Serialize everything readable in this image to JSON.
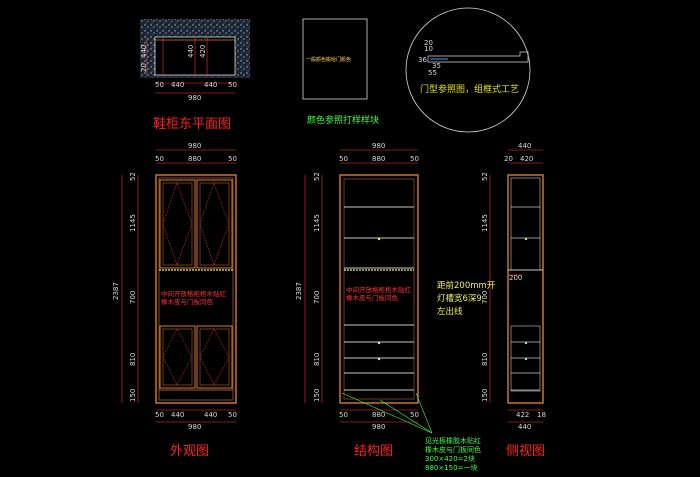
{
  "titles": {
    "plan": "鞋柜东平面图",
    "exterior": "外观图",
    "structure": "结构图",
    "side": "侧视图"
  },
  "notes": {
    "color_block": "颜色参照打样样块",
    "color_swatch_label": "一般颜色搬给门颜色",
    "door_ref": "门型参照图，组框式工艺",
    "exterior_mid_line1": "中间开放格柜柜木贴红",
    "exterior_mid_line2": "橡木皮与门板同色",
    "structure_mid_line1": "中间开放格柜柜木贴红",
    "structure_mid_line2": "橡木皮与门板同色",
    "light_line1": "距前200mm开",
    "light_line2": "灯槽宽6深9",
    "light_line3": "左出线",
    "bottom_line1": "见光板橡胶木贴红",
    "bottom_line2": "橡木皮与门板同色",
    "bottom_line3": "300×420=2块",
    "bottom_line4": "880×150=一块"
  },
  "dims": {
    "plan_v1": "440",
    "plan_v2": "20",
    "plan_top_left": "440",
    "plan_top_right": "420",
    "plan_b1": "50",
    "plan_b2": "440",
    "plan_b3": "440",
    "plan_b4": "50",
    "plan_total": "980",
    "door_d1": "20",
    "door_d2": "10",
    "door_d3": "36",
    "door_d4": "35",
    "door_d5": "55",
    "ext_total": "980",
    "ext_t1": "50",
    "ext_t2": "880",
    "ext_t3": "50",
    "ext_h_total": "2387",
    "ext_h1": "52",
    "ext_h2": "1145",
    "ext_h3": "700",
    "ext_h4": "810",
    "ext_h5": "150",
    "ext_b1": "50",
    "ext_b2": "440",
    "ext_b3": "440",
    "ext_b4": "50",
    "ext_b_total": "980",
    "str_total": "980",
    "str_t1": "50",
    "str_t2": "880",
    "str_t3": "50",
    "str_h_total": "2387",
    "str_h1": "52",
    "str_h2": "1145",
    "str_h3": "700",
    "str_h4": "810",
    "str_h5": "150",
    "str_b1": "50",
    "str_b2": "880",
    "str_b3": "50",
    "str_b_total": "980",
    "side_top": "440",
    "side_t1": "20",
    "side_t2": "420",
    "side_h1": "52",
    "side_h2": "1145",
    "side_h3": "700",
    "side_h4": "810",
    "side_h5": "150",
    "side_inner": "200",
    "side_b1": "422",
    "side_b2": "18",
    "side_b_total": "440"
  },
  "colors": {
    "background": "#000000",
    "cabinet_frame": "#d87a30",
    "door_stroke": "#d87a30",
    "dimension": "#ff3030",
    "text": "#d8d8d8",
    "yellow": "#f0f060",
    "green": "#40ff40",
    "wall": "#8ab0d0"
  }
}
